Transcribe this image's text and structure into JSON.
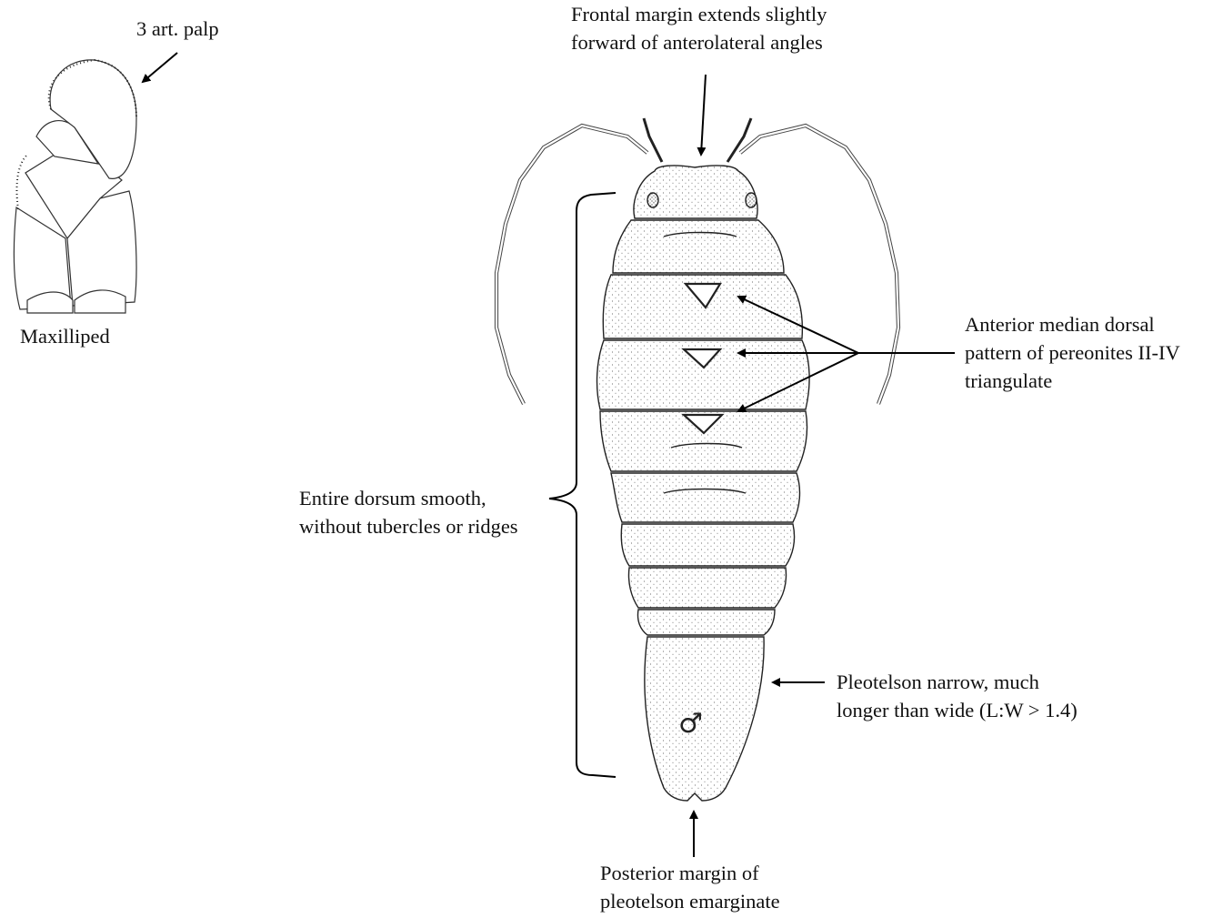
{
  "labels": {
    "palp": "3 art. palp",
    "maxilliped": "Maxilliped",
    "frontal": [
      "Frontal margin extends slightly",
      "forward of anterolateral angles"
    ],
    "dorsal_pattern": [
      "Anterior median dorsal",
      "pattern of pereonites II-IV",
      "triangulate"
    ],
    "dorsum": [
      "Entire dorsum smooth,",
      "without tubercles or ridges"
    ],
    "pleotelson": [
      "Pleotelson narrow, much",
      "longer than wide (L:W > 1.4)"
    ],
    "posterior": [
      "Posterior margin of",
      "pleotelson emarginate"
    ],
    "male_symbol": "♂"
  }
}
